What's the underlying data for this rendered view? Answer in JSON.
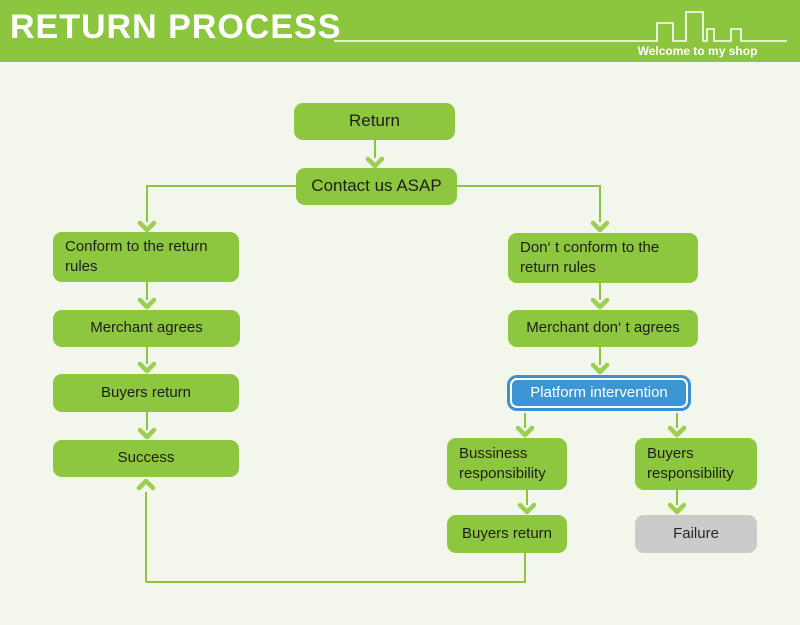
{
  "header": {
    "title": "RETURN PROCESS",
    "tagline": "Welcome to my shop",
    "icons": {
      "logo": "city-skyline"
    }
  },
  "flowchart": {
    "nodes": {
      "return": {
        "label": "Return"
      },
      "contact": {
        "label": "Contact us ASAP"
      },
      "conform": {
        "label": "Conform to the return rules"
      },
      "merchant_agrees": {
        "label": "Merchant agrees"
      },
      "buyers_return_left": {
        "label": "Buyers return"
      },
      "success": {
        "label": "Success"
      },
      "dont_conform": {
        "label": "Don‘ t conform to the return rules"
      },
      "merchant_dont_agree": {
        "label": "Merchant don‘ t agrees"
      },
      "platform": {
        "label": "Platform intervention"
      },
      "business_resp": {
        "label": "Bussiness responsibility"
      },
      "buyers_resp": {
        "label": "Buyers responsibility"
      },
      "buyers_return_right": {
        "label": "Buyers return"
      },
      "failure": {
        "label": "Failure"
      }
    },
    "edges": [
      {
        "from": "Return",
        "to": "Contact us ASAP"
      },
      {
        "from": "Contact us ASAP",
        "to": "Conform to the return rules"
      },
      {
        "from": "Contact us ASAP",
        "to": "Don‘ t conform to the return rules"
      },
      {
        "from": "Conform to the return rules",
        "to": "Merchant agrees"
      },
      {
        "from": "Merchant agrees",
        "to": "Buyers return"
      },
      {
        "from": "Buyers return",
        "to": "Success"
      },
      {
        "from": "Don‘ t conform to the return rules",
        "to": "Merchant don‘ t agrees"
      },
      {
        "from": "Merchant don‘ t agrees",
        "to": "Platform intervention"
      },
      {
        "from": "Platform intervention",
        "to": "Bussiness responsibility"
      },
      {
        "from": "Platform intervention",
        "to": "Buyers responsibility"
      },
      {
        "from": "Bussiness responsibility",
        "to": "Buyers return"
      },
      {
        "from": "Buyers responsibility",
        "to": "Failure"
      },
      {
        "from": "Buyers return (right)",
        "to": "Success"
      }
    ],
    "colors": {
      "header_green": "#8cc63f",
      "node_green": "#8dc63f",
      "node_blue": "#3c96d4",
      "node_gray": "#cbcbcb",
      "background": "#f3f6ea",
      "connector_green": "#8cc63f",
      "arrowhead_green": "#9bce53",
      "text_dark": "#1e1e1c",
      "text_white": "#ffffff"
    }
  }
}
